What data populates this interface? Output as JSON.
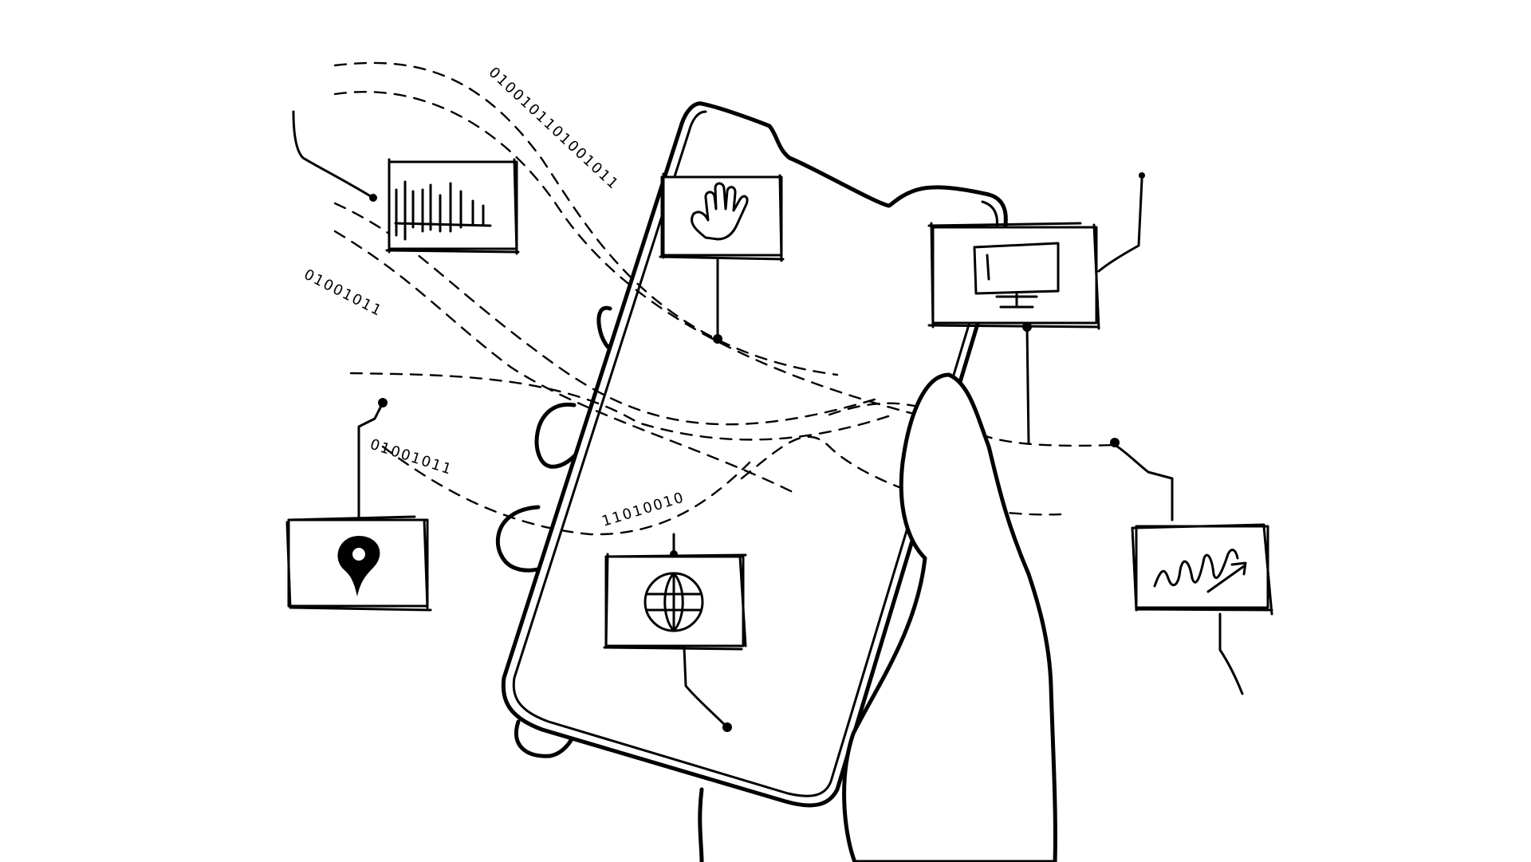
{
  "illustration": {
    "binary_strings": [
      "0100101101001011",
      "01001011",
      "01001011",
      "11010010"
    ],
    "icons": [
      "bar-code-icon",
      "hand-icon",
      "monitor-icon",
      "map-pin-icon",
      "globe-icon",
      "trend-chart-icon"
    ]
  }
}
